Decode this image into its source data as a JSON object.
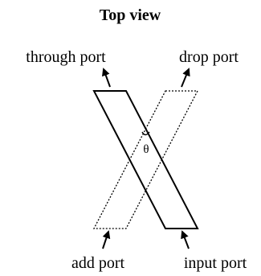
{
  "diagram": {
    "title": "Top view",
    "ports": {
      "through": "through port",
      "drop": "drop port",
      "add": "add port",
      "input": "input port"
    },
    "angle_symbol": "θ"
  }
}
